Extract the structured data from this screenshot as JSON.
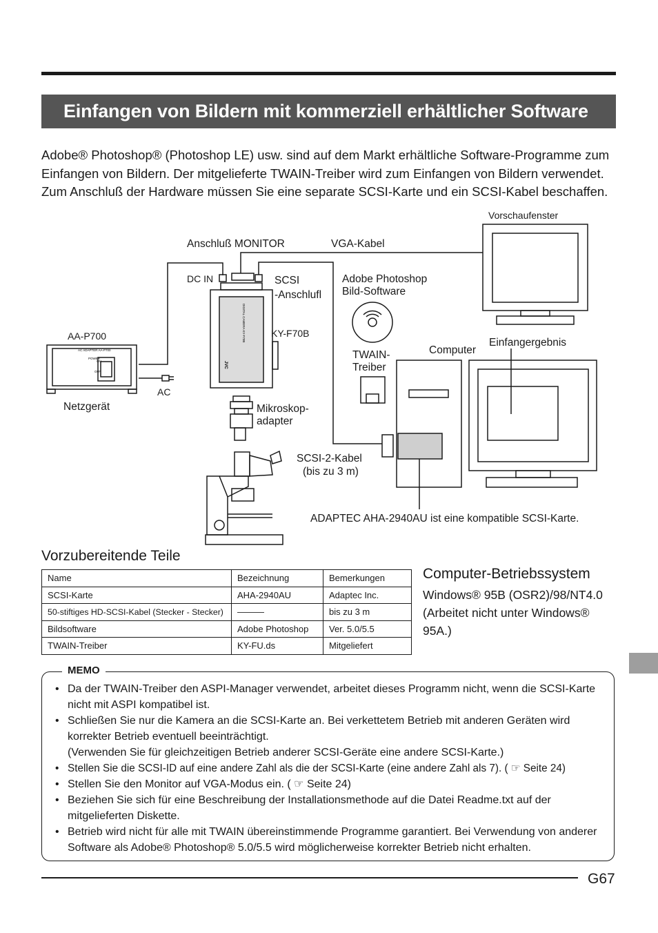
{
  "header": {
    "title": "Einfangen von Bildern mit kommerziell erhältlicher Software"
  },
  "intro": "Adobe® Photoshop® (Photoshop LE) usw. sind auf dem Markt erhältliche Software-Programme zum Einfangen von Bildern. Der mitgelieferte TWAIN-Treiber wird zum Einfangen von Bildern verwendet. Zum Anschluß der Hardware müssen Sie eine separate SCSI-Karte und ein SCSI-Kabel beschaffen.",
  "diagram": {
    "vorschaufenster": "Vorschaufenster",
    "anschluss_monitor": "Anschluß MONITOR",
    "vga_kabel": "VGA-Kabel",
    "dc_in": "DC IN",
    "scsi_line1": "SCSI",
    "scsi_line2": "-Anschlufl",
    "photoshop_line1": "Adobe Photoshop",
    "photoshop_line2": "Bild-Software",
    "aa_p700": "AA-P700",
    "adapter_panel": "AC ADAPTER AA-P700",
    "power": "POWER",
    "on": "ON",
    "off": "OFF",
    "ky_f70b": "KY-F70B",
    "camera_text": "DIGITAL CAMERA KY-F70B",
    "jvc": "JVC",
    "einfangergebnis": "Einfangergebnis",
    "computer": "Computer",
    "twain_line1": "TWAIN-",
    "twain_line2": "Treiber",
    "ac": "AC",
    "netzgeraet": "Netzgerät",
    "mikroskop_line1": "Mikroskop-",
    "mikroskop_line2": "adapter",
    "scsi2_line1": "SCSI-2-Kabel",
    "scsi2_line2": "(bis zu 3 m)",
    "adaptec_note": "ADAPTEC AHA-2940AU ist eine kompatible SCSI-Karte."
  },
  "parts": {
    "heading": "Vorzubereitende Teile",
    "columns": [
      "Name",
      "Bezeichnung",
      "Bemerkungen"
    ],
    "rows": [
      [
        "SCSI-Karte",
        "AHA-2940AU",
        "Adaptec Inc."
      ],
      [
        "50-stiftiges HD-SCSI-Kabel (Stecker - Stecker)",
        "———",
        "bis zu 3 m"
      ],
      [
        "Bildsoftware",
        "Adobe Photoshop",
        "Ver. 5.0/5.5"
      ],
      [
        "TWAIN-Treiber",
        "KY-FU.ds",
        "Mitgeliefert"
      ]
    ]
  },
  "os": {
    "heading": "Computer-Betriebssystem",
    "line1": "Windows® 95B (OSR2)/98/NT4.0",
    "line2": "(Arbeitet nicht unter Windows®",
    "line3": "95A.)"
  },
  "memo": {
    "label": "MEMO",
    "items": [
      "Da der TWAIN-Treiber den ASPI-Manager verwendet, arbeitet dieses Programm nicht, wenn die SCSI-Karte nicht mit ASPI kompatibel ist.",
      "Schließen Sie nur die Kamera an die SCSI-Karte an. Bei verkettetem Betrieb mit anderen Geräten wird korrekter Betrieb eventuell beeinträchtigt.",
      "(Verwenden Sie für gleichzeitigen Betrieb anderer SCSI-Geräte eine andere SCSI-Karte.)",
      "Stellen Sie die SCSI-ID auf eine andere Zahl als die der SCSI-Karte (eine andere Zahl als 7).  ( ☞ Seite 24)",
      "Stellen Sie den Monitor auf VGA-Modus ein. ( ☞ Seite 24)",
      "Beziehen Sie sich für eine Beschreibung der Installationsmethode auf die Datei Readme.txt auf der mitgelieferten Diskette.",
      "Betrieb wird nicht für alle mit TWAIN übereinstimmende Programme garantiert. Bei Verwendung von anderer Software als Adobe® Photoshop® 5.0/5.5 wird möglicherweise korrekter Betrieb nicht erhalten."
    ]
  },
  "footer": {
    "page_number": "G67"
  }
}
